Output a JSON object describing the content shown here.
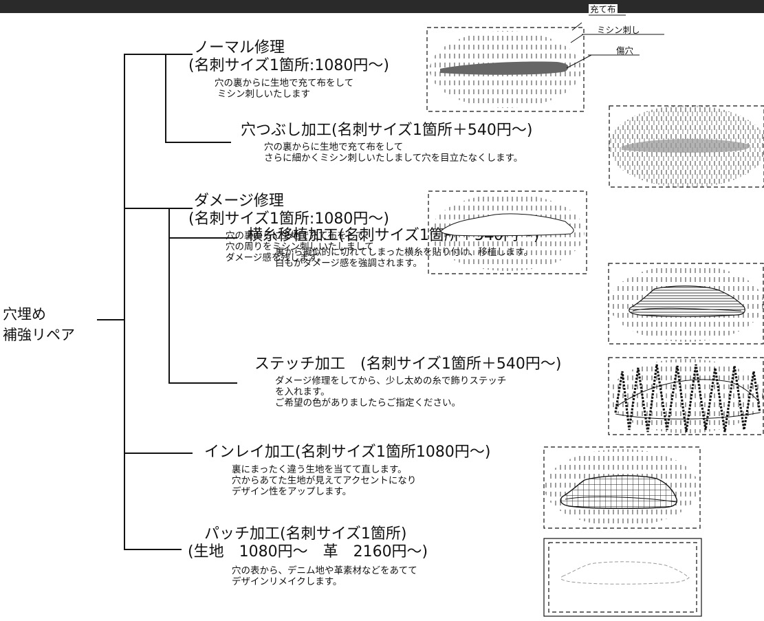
{
  "root": {
    "line1": "穴埋め",
    "line2": "補強リペア"
  },
  "callouts": {
    "patch_cloth": "充て布",
    "machine_stitch": "ミシン刺し",
    "hole": "傷穴"
  },
  "items": [
    {
      "title": "ノーマル修理",
      "price": "(名刺サイズ1箇所:1080円〜)",
      "desc": [
        "穴の裏からに生地で充て布をして",
        "ミシン刺しいたします"
      ]
    },
    {
      "title": "穴つぶし加工(名刺サイズ1箇所＋540円〜)",
      "desc": [
        "穴の裏からに生地で充て布をして",
        "さらに細かくミシン刺しいたしまして穴を目立たなくします。"
      ]
    },
    {
      "title": "ダメージ修理",
      "price": "(名刺サイズ1箇所:1080円〜)",
      "desc": [
        "穴の裏からに生地で充て布をして",
        "穴の周りをミシン刺しいたしまして",
        "ダメージ感を残します。"
      ]
    },
    {
      "title": "横糸移植加工(名刺サイズ1箇所＋540円〜)",
      "desc": [
        "裏から擬似的に切れてしまった横糸を貼り付け、移植します。",
        "白もがダメージ感を強調されます。"
      ]
    },
    {
      "title": "ステッチ加工　(名刺サイズ1箇所＋540円〜)",
      "desc": [
        "ダメージ修理をしてから、少し太めの糸で飾りステッチ",
        "を入れます。",
        "ご希望の色がありましたらご指定ください。"
      ]
    },
    {
      "title": "インレイ加工(名刺サイズ1箇所1080円〜)",
      "desc": [
        "裏にまったく違う生地を当てて直します。",
        "穴からあてた生地が見えてアクセントになり",
        "デザイン性をアップします。"
      ]
    },
    {
      "title": "パッチ加工(名刺サイズ1箇所)",
      "price": "(生地　1080円〜　革　2160円〜)",
      "desc": [
        "穴の表から、デニム地や革素材などをあてて",
        "デザインリメイクします。"
      ]
    }
  ]
}
